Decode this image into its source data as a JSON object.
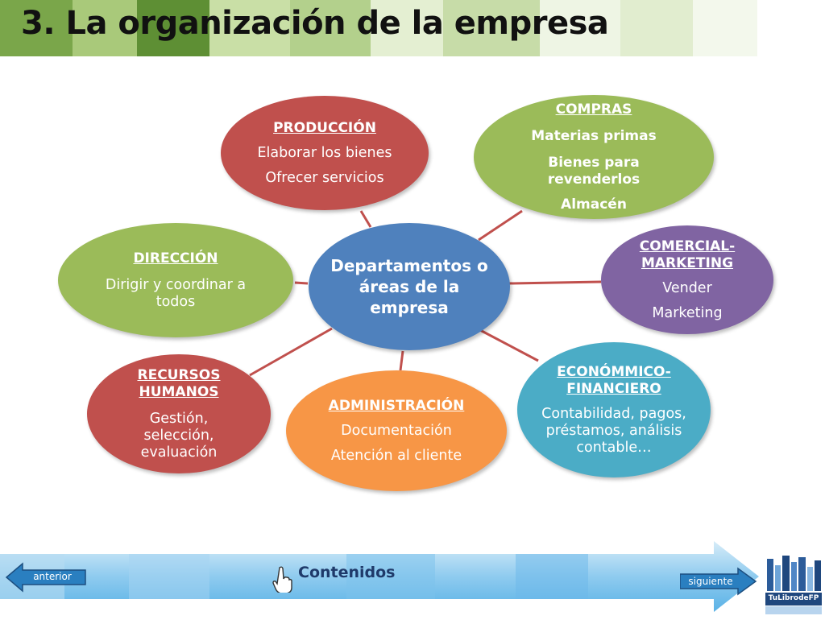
{
  "header": {
    "title": "3. La organización de la empresa"
  },
  "diagram": {
    "center": "Departamentos o áreas de la empresa",
    "produccion": {
      "heading": "PRODUCCIÓN",
      "items": [
        "Elaborar los bienes",
        "Ofrecer servicios"
      ]
    },
    "compras": {
      "heading": "COMPRAS",
      "items": [
        "Materias primas",
        "Bienes para revenderlos",
        "Almacén"
      ]
    },
    "comercial": {
      "heading": "COMERCIAL-MARKETING",
      "items": [
        "Vender",
        "Marketing"
      ]
    },
    "economico": {
      "heading": "ECONÓMMICO-FINANCIERO",
      "items": [
        "Contabilidad, pagos, préstamos, análisis contable…"
      ]
    },
    "administracion": {
      "heading": "ADMINISTRACIÓN",
      "items": [
        "Documentación",
        "Atención al cliente"
      ]
    },
    "rrhh": {
      "heading": "RECURSOS HUMANOS",
      "items": [
        "Gestión, selección, evaluación"
      ]
    },
    "direccion": {
      "heading": "DIRECCIÓN",
      "items": [
        "Dirigir y coordinar a todos"
      ]
    }
  },
  "footer": {
    "prev_label": "anterior",
    "next_label": "siguiente",
    "contents_label": "Contenidos",
    "logo_text": "TuLibrodeFP"
  },
  "colors": {
    "red": "#c0504d",
    "green": "#9bbb59",
    "purple": "#8064a2",
    "teal": "#4bacc6",
    "orange": "#f79646",
    "blue": "#4f81bd"
  }
}
